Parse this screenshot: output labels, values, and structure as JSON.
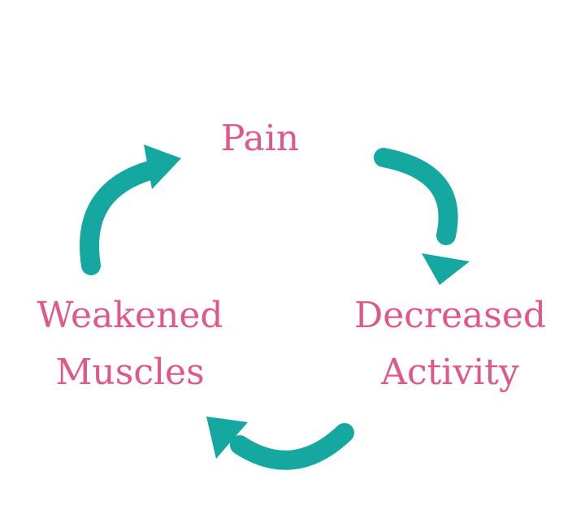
{
  "colors": {
    "text": "#e0578a",
    "arrow": "#14a8a0",
    "background": "#ffffff"
  },
  "cycle": {
    "nodes": [
      {
        "id": "pain",
        "lines": [
          "Pain"
        ]
      },
      {
        "id": "decreased-activity",
        "lines": [
          "Decreased",
          "Activity"
        ]
      },
      {
        "id": "weakened-muscles",
        "lines": [
          "Weakened",
          "Muscles"
        ]
      }
    ],
    "edges": [
      {
        "from": "pain",
        "to": "decreased-activity"
      },
      {
        "from": "decreased-activity",
        "to": "weakened-muscles"
      },
      {
        "from": "weakened-muscles",
        "to": "pain"
      }
    ]
  }
}
